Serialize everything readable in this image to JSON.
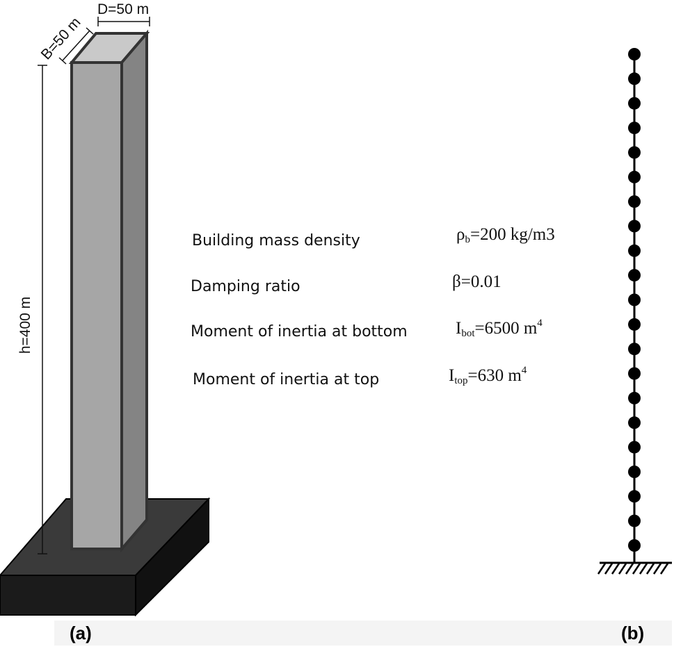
{
  "building": {
    "depth_label": "D=50 m",
    "breadth_label": "B=50 m",
    "height_label": "h=400 m",
    "colors": {
      "front": "#a6a6a6",
      "side": "#848484",
      "top": "#c9c9c9",
      "base_front": "#1b1b1b",
      "base_top": "#3a3a3a"
    }
  },
  "properties": [
    {
      "label": "Building mass density",
      "symbol": "ρ",
      "sub": "b",
      "value": "=200 kg/m3",
      "sup": ""
    },
    {
      "label": "Damping ratio",
      "symbol": "β",
      "sub": "",
      "value": "=0.01",
      "sup": ""
    },
    {
      "label": "Moment of inertia at bottom",
      "symbol": "I",
      "sub": "bot",
      "value": "=6500 m",
      "sup": "4"
    },
    {
      "label": "Moment of inertia at top",
      "symbol": "I",
      "sub": "top",
      "value": "=630 m",
      "sup": "4"
    }
  ],
  "model": {
    "node_count": 21
  },
  "panels": {
    "a": "(a)",
    "b": "(b)"
  }
}
